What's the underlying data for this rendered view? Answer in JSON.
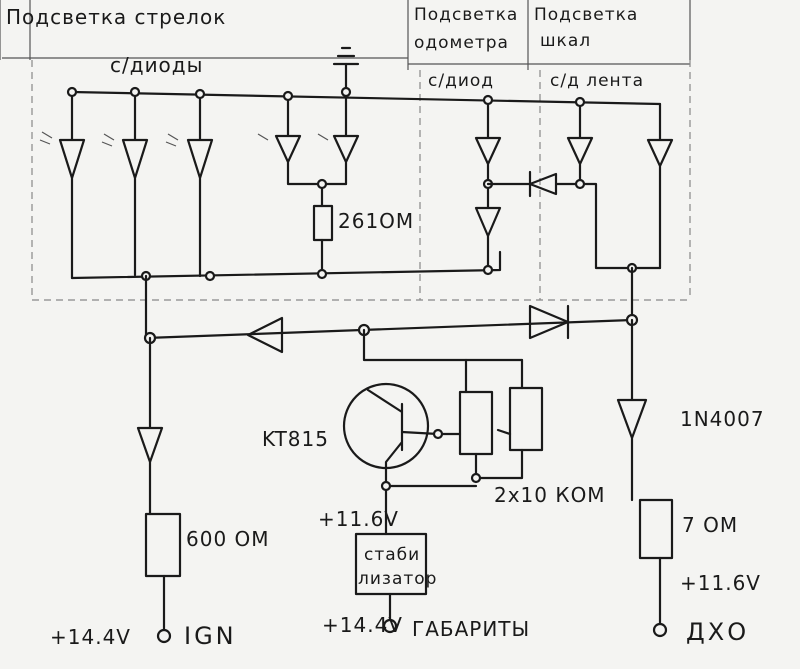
{
  "sections": {
    "needles": "Подсветка стрелок",
    "odometer_l1": "Подсветка",
    "odometer_l2": "одометра",
    "scale_l1": "Подсветка",
    "scale_l2": "шкал"
  },
  "sublabels": {
    "needle_leds": "с/диоды",
    "odo_led": "с/диод",
    "strip": "с/д лента"
  },
  "components": {
    "r_leds": "261ОМ",
    "transistor": "KT815",
    "pots": "2x10 КОМ",
    "r_ign": "600 ОМ",
    "diode_model": "1N4007",
    "r_dxo": "7 ОМ",
    "stab_l1": "стаби",
    "stab_l2": "лизатор"
  },
  "voltages": {
    "ign_in": "+14.4V",
    "stab_out": "+11.6V",
    "gab_in": "+14.4V",
    "dxo": "+11.6V"
  },
  "terminals": {
    "ign": "IGN",
    "gabarity": "ГАБАРИТЫ",
    "dxo": "ДХО"
  },
  "colors": {
    "ink": "#1a1a1a",
    "paper": "#f4f4f2",
    "guide": "#888888"
  }
}
